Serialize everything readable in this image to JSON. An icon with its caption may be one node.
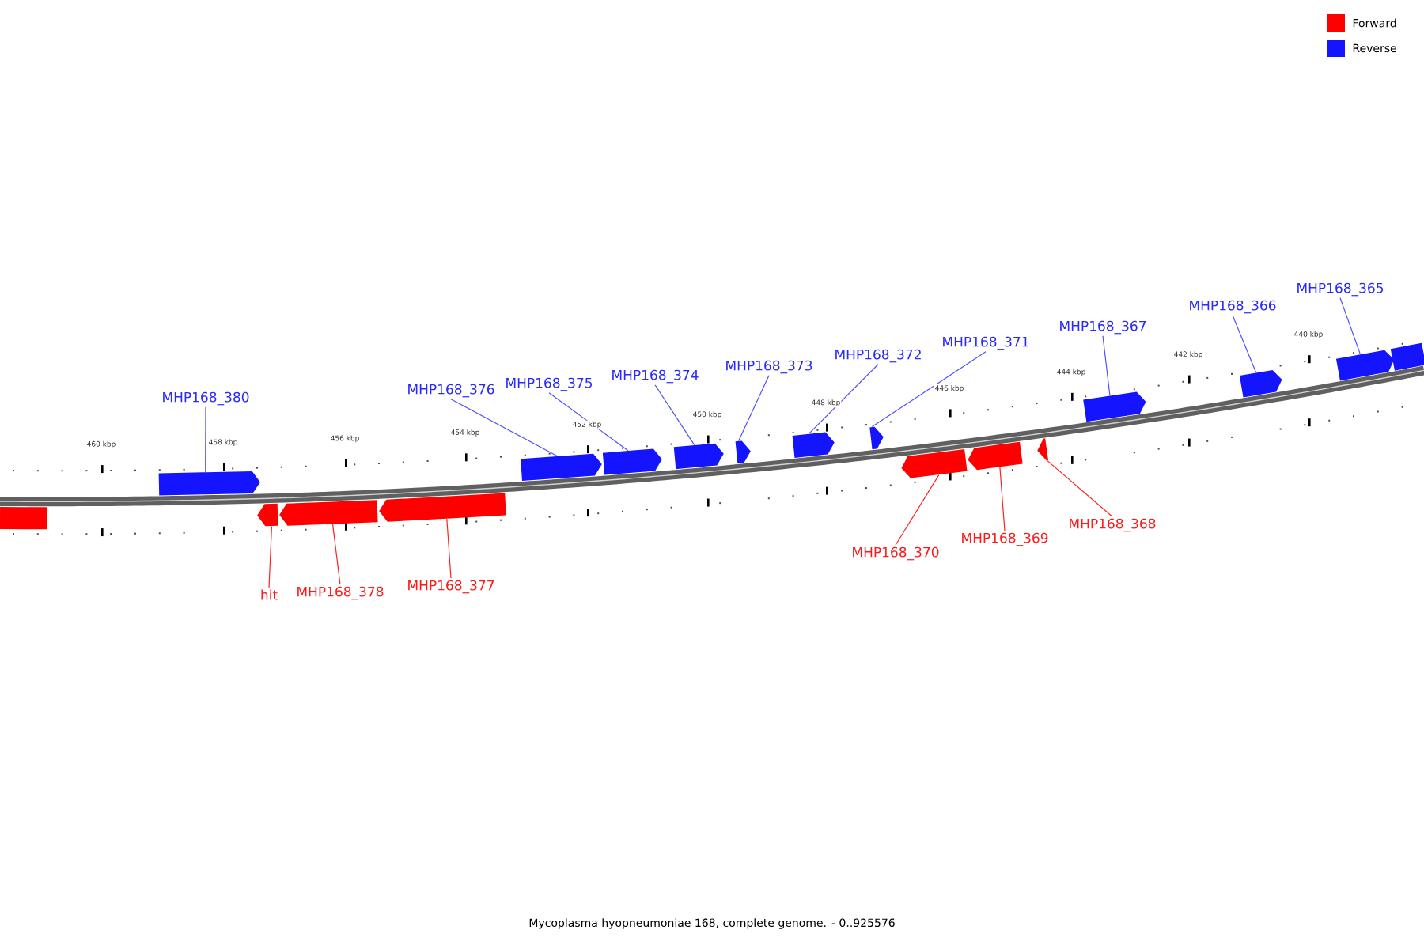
{
  "diagram": {
    "caption": "Mycoplasma hyopneumoniae 168, complete genome. - 0..925576",
    "nodes": [
      {
        "text": [
          "MHP168_380"
        ]
      },
      {
        "text": [
          "MHP168_376"
        ]
      },
      {
        "text": [
          "MHP168_375"
        ]
      },
      {
        "text": [
          "MHP168_374"
        ]
      },
      {
        "text": [
          "MHP168_373"
        ]
      },
      {
        "text": [
          "MHP168_372"
        ]
      },
      {
        "text": [
          "MHP168_371"
        ]
      },
      {
        "text": [
          "MHP168_367"
        ]
      },
      {
        "text": [
          "MHP168_366"
        ]
      },
      {
        "text": [
          "MHP168_365"
        ]
      },
      {
        "text": [
          "hit"
        ]
      },
      {
        "text": [
          "MHP168_378"
        ]
      },
      {
        "text": [
          "MHP168_377"
        ]
      },
      {
        "text": [
          "MHP168_370"
        ]
      },
      {
        "text": [
          "MHP168_369"
        ]
      },
      {
        "text": [
          "MHP168_368"
        ]
      },
      {
        "text": [],
        "shape": "arrow"
      },
      {
        "text": [],
        "shape": "arrow"
      },
      {
        "text": [],
        "shape": "arrow"
      },
      {
        "text": [],
        "shape": "arrow"
      },
      {
        "text": [],
        "shape": "arrow"
      },
      {
        "text": [],
        "shape": "arrow"
      },
      {
        "text": [],
        "shape": "arrow"
      },
      {
        "text": [],
        "shape": "arrow"
      },
      {
        "text": [],
        "shape": "arrow"
      },
      {
        "text": [],
        "shape": "arrow"
      },
      {
        "text": [],
        "shape": "arrow"
      },
      {
        "text": [],
        "shape": "arrow"
      },
      {
        "text": [],
        "shape": "arrow"
      },
      {
        "text": [],
        "shape": "arrow"
      },
      {
        "text": [],
        "shape": "arrow"
      },
      {
        "text": [],
        "shape": "arrow"
      },
      {
        "text": [],
        "shape": "arrow"
      },
      {
        "text": [],
        "shape": "arrow"
      }
    ],
    "edges": [
      {
        "from": 0,
        "to": 17,
        "arrow": "none"
      },
      {
        "from": 1,
        "to": 21,
        "arrow": "none"
      },
      {
        "from": 2,
        "to": 22,
        "arrow": "none"
      },
      {
        "from": 3,
        "to": 23,
        "arrow": "none"
      },
      {
        "from": 4,
        "to": 24,
        "arrow": "none"
      },
      {
        "from": 5,
        "to": 25,
        "arrow": "none"
      },
      {
        "from": 6,
        "to": 26,
        "arrow": "none"
      },
      {
        "from": 7,
        "to": 30,
        "arrow": "none"
      },
      {
        "from": 8,
        "to": 31,
        "arrow": "none"
      },
      {
        "from": 9,
        "to": 32,
        "arrow": "none"
      },
      {
        "from": 10,
        "to": 18,
        "arrow": "none",
        "color": "#ff2020"
      },
      {
        "from": 11,
        "to": 19,
        "arrow": "none",
        "color": "#ff2020"
      },
      {
        "from": 12,
        "to": 20,
        "arrow": "none",
        "color": "#ff2020"
      },
      {
        "from": 13,
        "to": 27,
        "arrow": "none",
        "color": "#ff2020"
      },
      {
        "from": 14,
        "to": 28,
        "arrow": "none",
        "color": "#ff2020"
      },
      {
        "from": 15,
        "to": 29,
        "arrow": "none",
        "color": "#ff2020"
      }
    ],
    "labels": [
      "460 kbp",
      "458 kbp",
      "456 kbp",
      "454 kbp",
      "452 kbp",
      "450 kbp",
      "448 kbp",
      "446 kbp",
      "444 kbp",
      "442 kbp",
      "440 kbp"
    ],
    "legend": [
      {
        "text": "Forward",
        "color": "#ff0000"
      },
      {
        "text": "Reverse",
        "color": "#1414ff"
      }
    ]
  }
}
